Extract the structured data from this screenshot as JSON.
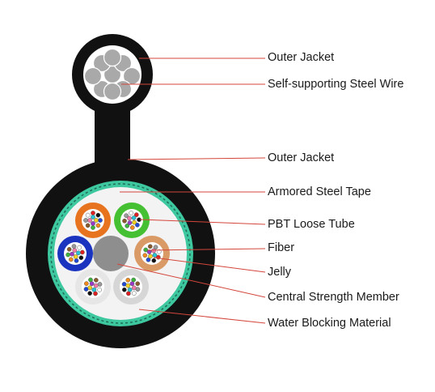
{
  "diagram": {
    "labels": [
      "Outer Jacket",
      "Self-supporting Steel Wire",
      "Outer Jacket",
      "Armored Steel Tape",
      "PBT Loose Tube",
      "Fiber",
      "Jelly",
      "Central Strength Member",
      "Water Blocking Material"
    ],
    "colors": {
      "jacket": "#111111",
      "steel_wire": "#a9a9a9",
      "armor": "#3ec8a0",
      "water_blocking": "#f3f3f3",
      "strength_member": "#8e8e8e",
      "leader_line": "#d4463c",
      "tube_orange": "#e8731e",
      "tube_green": "#45c033",
      "tube_blue": "#1b34c0",
      "tube_tan": "#d99a66",
      "tube_white": "#e6e6e6",
      "tube_lightgray": "#d6d6d6"
    },
    "fiber_colors": [
      "#1f49d6",
      "#f28a1c",
      "#3cb33c",
      "#8b5a2b",
      "#9a9a9a",
      "#ffffff",
      "#e02020",
      "#111111",
      "#f2d21e",
      "#9a39c7",
      "#f27aa8",
      "#27c3d6"
    ]
  }
}
